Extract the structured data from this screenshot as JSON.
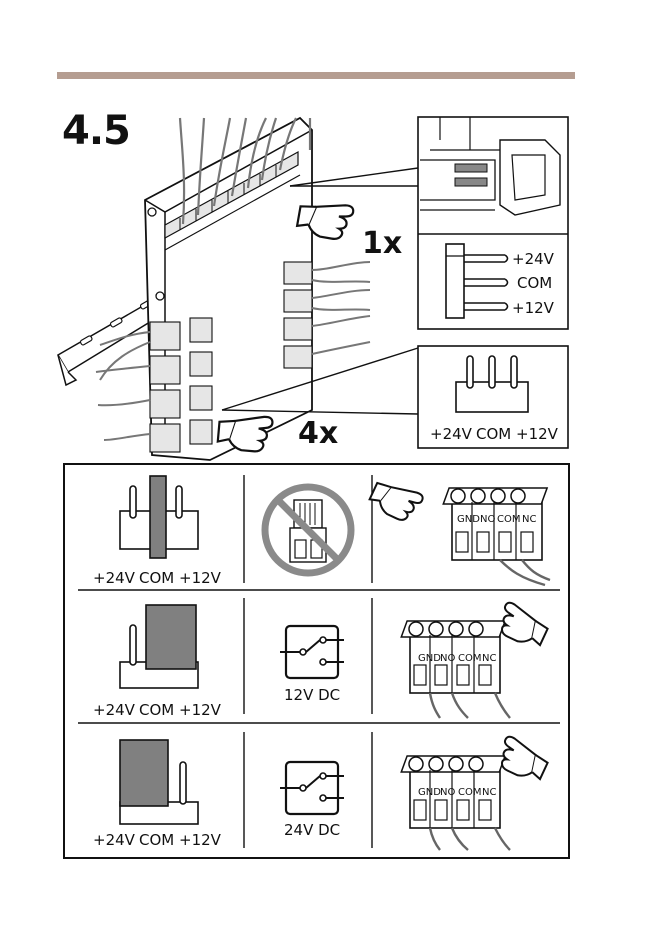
{
  "rule_color": "#b59d91",
  "step_number": "4.5",
  "callouts": {
    "one": "1x",
    "four": "4x"
  },
  "pin_labels": {
    "v24": "+24V",
    "com": "COM",
    "v12": "+12V"
  },
  "relay": {
    "gnd": "GND",
    "no": "NO",
    "com": "COM",
    "nc": "NC"
  },
  "supply": {
    "row2": "12V DC",
    "row3": "24V DC"
  },
  "icons": [
    "pointing-hand-icon",
    "prohibited-icon",
    "relay-switch-icon",
    "jumper-icon"
  ]
}
